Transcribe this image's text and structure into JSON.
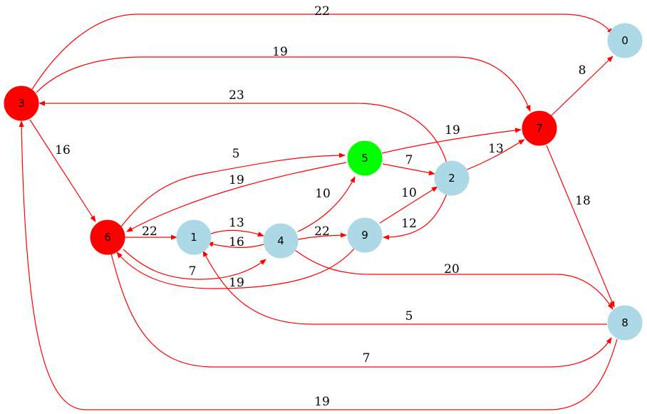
{
  "colors": {
    "edge": "#ff0000",
    "node_default": "#add8e6",
    "node_red": "#ff0000",
    "node_green": "#00ff00",
    "text": "#000000"
  },
  "nodes": [
    {
      "id": "0",
      "label": "0",
      "fill": "#add8e6"
    },
    {
      "id": "1",
      "label": "1",
      "fill": "#add8e6"
    },
    {
      "id": "2",
      "label": "2",
      "fill": "#add8e6"
    },
    {
      "id": "3",
      "label": "3",
      "fill": "#ff0000"
    },
    {
      "id": "4",
      "label": "4",
      "fill": "#add8e6"
    },
    {
      "id": "5",
      "label": "5",
      "fill": "#00ff00"
    },
    {
      "id": "6",
      "label": "6",
      "fill": "#ff0000"
    },
    {
      "id": "7",
      "label": "7",
      "fill": "#ff0000"
    },
    {
      "id": "8",
      "label": "8",
      "fill": "#add8e6"
    },
    {
      "id": "9",
      "label": "9",
      "fill": "#add8e6"
    }
  ],
  "edges": [
    {
      "from": "3",
      "to": "0",
      "weight": "22"
    },
    {
      "from": "3",
      "to": "7",
      "weight": "19"
    },
    {
      "from": "2",
      "to": "3",
      "weight": "23"
    },
    {
      "from": "3",
      "to": "6",
      "weight": "16"
    },
    {
      "from": "7",
      "to": "0",
      "weight": "8"
    },
    {
      "from": "5",
      "to": "7",
      "weight": "19"
    },
    {
      "from": "2",
      "to": "7",
      "weight": "13"
    },
    {
      "from": "7",
      "to": "8",
      "weight": "18"
    },
    {
      "from": "6",
      "to": "5",
      "weight": "5"
    },
    {
      "from": "5",
      "to": "6",
      "weight": "19"
    },
    {
      "from": "5",
      "to": "2",
      "weight": "7"
    },
    {
      "from": "4",
      "to": "5",
      "weight": "10"
    },
    {
      "from": "9",
      "to": "2",
      "weight": "10"
    },
    {
      "from": "2",
      "to": "9",
      "weight": "12"
    },
    {
      "from": "6",
      "to": "1",
      "weight": "22"
    },
    {
      "from": "1",
      "to": "4",
      "weight": "13"
    },
    {
      "from": "4",
      "to": "1",
      "weight": "16"
    },
    {
      "from": "4",
      "to": "9",
      "weight": "22"
    },
    {
      "from": "6",
      "to": "4",
      "weight": "7"
    },
    {
      "from": "9",
      "to": "6",
      "weight": "19"
    },
    {
      "from": "4",
      "to": "8",
      "weight": "20"
    },
    {
      "from": "8",
      "to": "1",
      "weight": "5"
    },
    {
      "from": "6",
      "to": "8",
      "weight": "7"
    },
    {
      "from": "8",
      "to": "3",
      "weight": "19"
    }
  ]
}
